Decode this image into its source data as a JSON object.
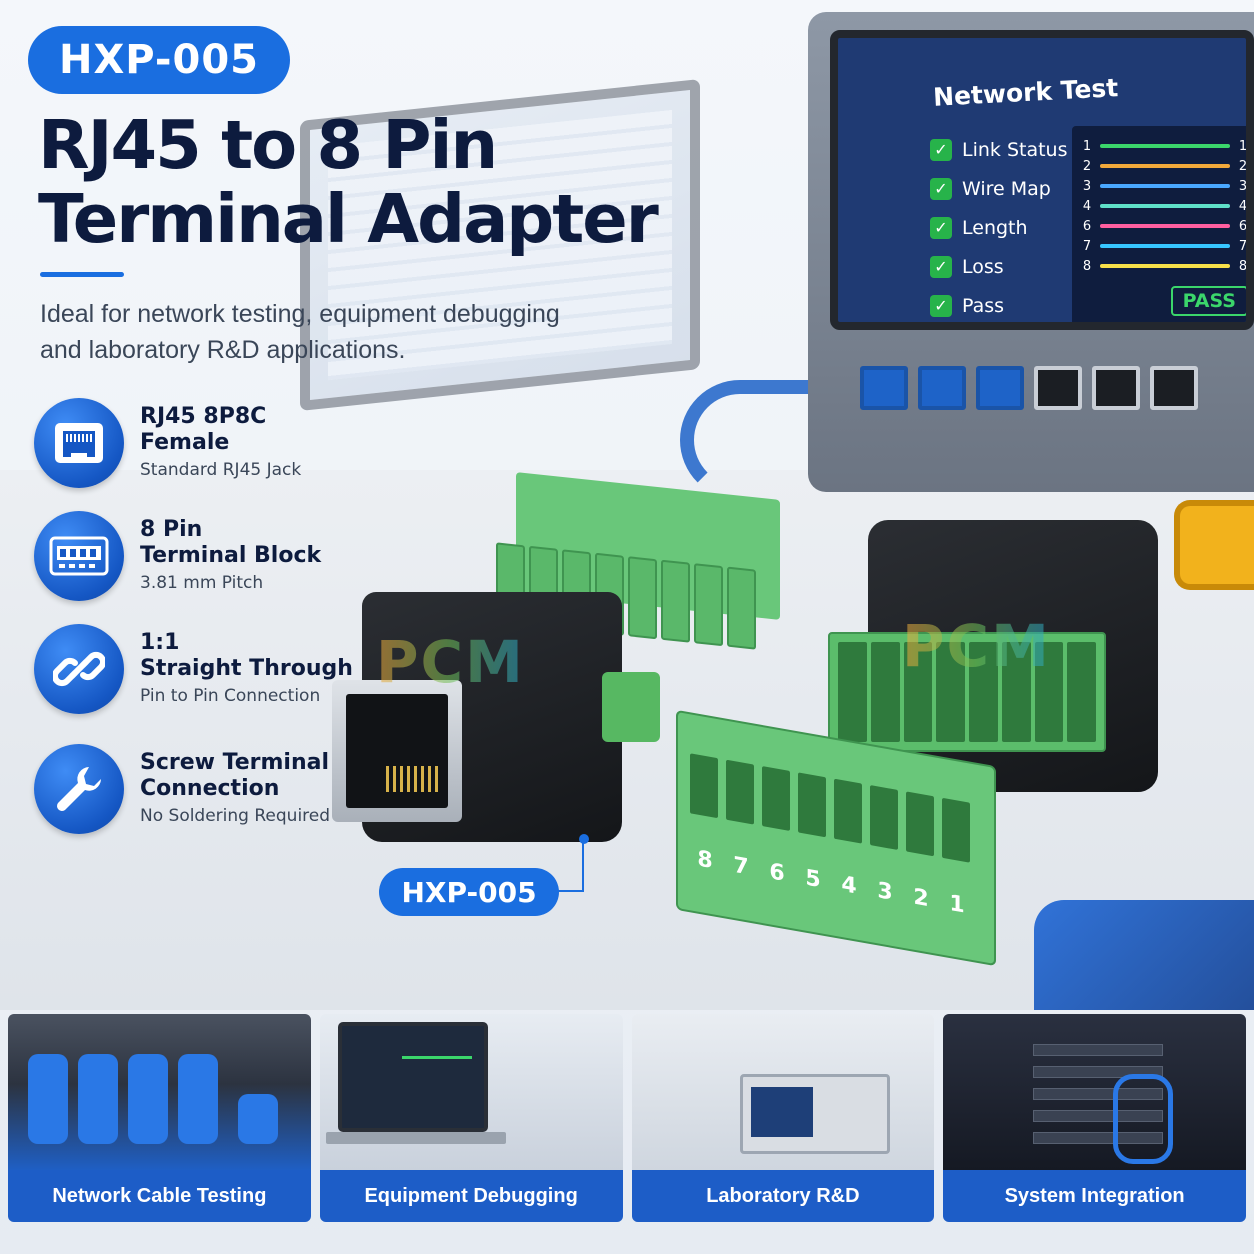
{
  "header": {
    "model_badge": "HXP-005",
    "title_line1": "RJ45 to 8 Pin",
    "title_line2": "Terminal Adapter",
    "subtitle_line1": "Ideal for network testing, equipment debugging",
    "subtitle_line2": "and laboratory R&D applications."
  },
  "tester": {
    "title": "Network Test",
    "checks": [
      "Link Status",
      "Wire Map",
      "Length",
      "Loss",
      "Pass"
    ],
    "wire_left": [
      "1",
      "2",
      "3",
      "4",
      "6",
      "7",
      "8"
    ],
    "wire_right": [
      "1",
      "2",
      "3",
      "4",
      "6",
      "7",
      "8"
    ],
    "wire_colors": [
      "#3bd66b",
      "#f2a93b",
      "#4aa8ff",
      "#5fe0c8",
      "#ff5fa0",
      "#37c6ff",
      "#f7e04a"
    ],
    "result": "PASS"
  },
  "features": [
    {
      "title1": "RJ45 8P8C",
      "title2": "Female",
      "sub": "Standard RJ45 Jack",
      "icon": "rj45-jack-icon"
    },
    {
      "title1": "8 Pin",
      "title2": "Terminal Block",
      "sub": "3.81 mm Pitch",
      "icon": "terminal-block-icon"
    },
    {
      "title1": "1:1",
      "title2": "Straight Through",
      "sub": "Pin to Pin Connection",
      "icon": "chain-link-icon"
    },
    {
      "title1": "Screw Terminal",
      "title2": "Connection",
      "sub": "No Soldering Required",
      "icon": "wrench-icon"
    }
  ],
  "product": {
    "watermark": "PCM",
    "callout_label": "HXP-005",
    "pin_numbers": [
      "8",
      "7",
      "6",
      "5",
      "4",
      "3",
      "2",
      "1"
    ]
  },
  "applications": [
    {
      "label": "Network Cable Testing"
    },
    {
      "label": "Equipment Debugging"
    },
    {
      "label": "Laboratory R&D"
    },
    {
      "label": "System Integration"
    }
  ],
  "colors": {
    "accent": "#1a6ee0",
    "title_text": "#0d1b3e",
    "terminal_green": "#69c77a",
    "label_bar": "#1d5dc7"
  }
}
